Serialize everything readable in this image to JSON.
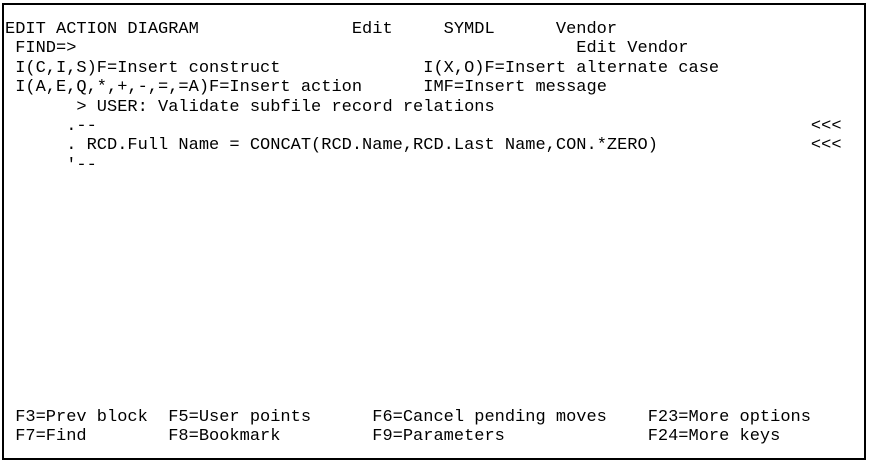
{
  "colors": {
    "background": "#ffffff",
    "text": "#000000",
    "border": "#000000"
  },
  "header": {
    "title": "EDIT ACTION DIAGRAM",
    "menu": {
      "edit": "Edit",
      "symdl": "SYMDL",
      "vendor": "Vendor",
      "edit_vendor": "Edit Vendor"
    }
  },
  "find": {
    "prompt": "FIND=>",
    "value": ""
  },
  "help": {
    "insert_construct": "I(C,I,S)F=Insert construct",
    "insert_alternate_case": "I(X,O)F=Insert alternate case",
    "insert_action": "I(A,E,Q,*,+,-,=,=A)F=Insert action",
    "insert_message": "IMF=Insert message"
  },
  "diagram": {
    "user_point": "> USER: Validate subfile record relations",
    "construct_open": ".--",
    "action_line": ". RCD.Full Name = CONCAT(RCD.Name,RCD.Last Name,CON.*ZERO)",
    "construct_close": "'--",
    "change_marker": "<<<"
  },
  "function_keys": {
    "f3": "F3=Prev block",
    "f5": "F5=User points",
    "f6": "F6=Cancel pending moves",
    "f23": "F23=More options",
    "f7": "F7=Find",
    "f8": "F8=Bookmark",
    "f9": "F9=Parameters",
    "f24": "F24=More keys"
  }
}
